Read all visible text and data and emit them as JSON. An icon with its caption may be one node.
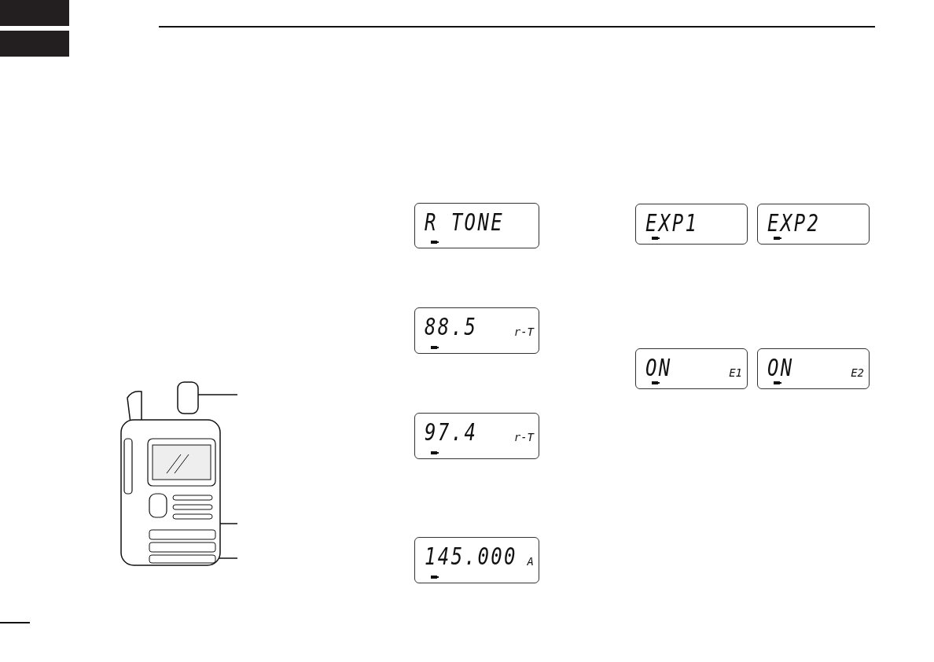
{
  "diagram": {
    "nodes": [
      {
        "text": [],
        "shape": "box"
      },
      {
        "text": [],
        "shape": "box"
      },
      {
        "text": [],
        "shape": "picture"
      },
      {
        "text": [
          "R TONE"
        ]
      },
      {
        "text": [
          "88.5",
          "r-T"
        ]
      },
      {
        "text": [
          "97.4",
          "r-T"
        ]
      },
      {
        "text": [
          "145.000",
          "A"
        ]
      },
      {
        "text": [
          "EXP1"
        ]
      },
      {
        "text": [
          "EXP2"
        ]
      },
      {
        "text": [
          "ON",
          "E1"
        ]
      },
      {
        "text": [
          "ON",
          "E2"
        ]
      }
    ],
    "edges": [
      {
        "from": null,
        "to": 2,
        "arrow": "none"
      },
      {
        "from": null,
        "to": 2,
        "arrow": "none"
      },
      {
        "from": null,
        "to": 2,
        "arrow": "none"
      }
    ]
  }
}
